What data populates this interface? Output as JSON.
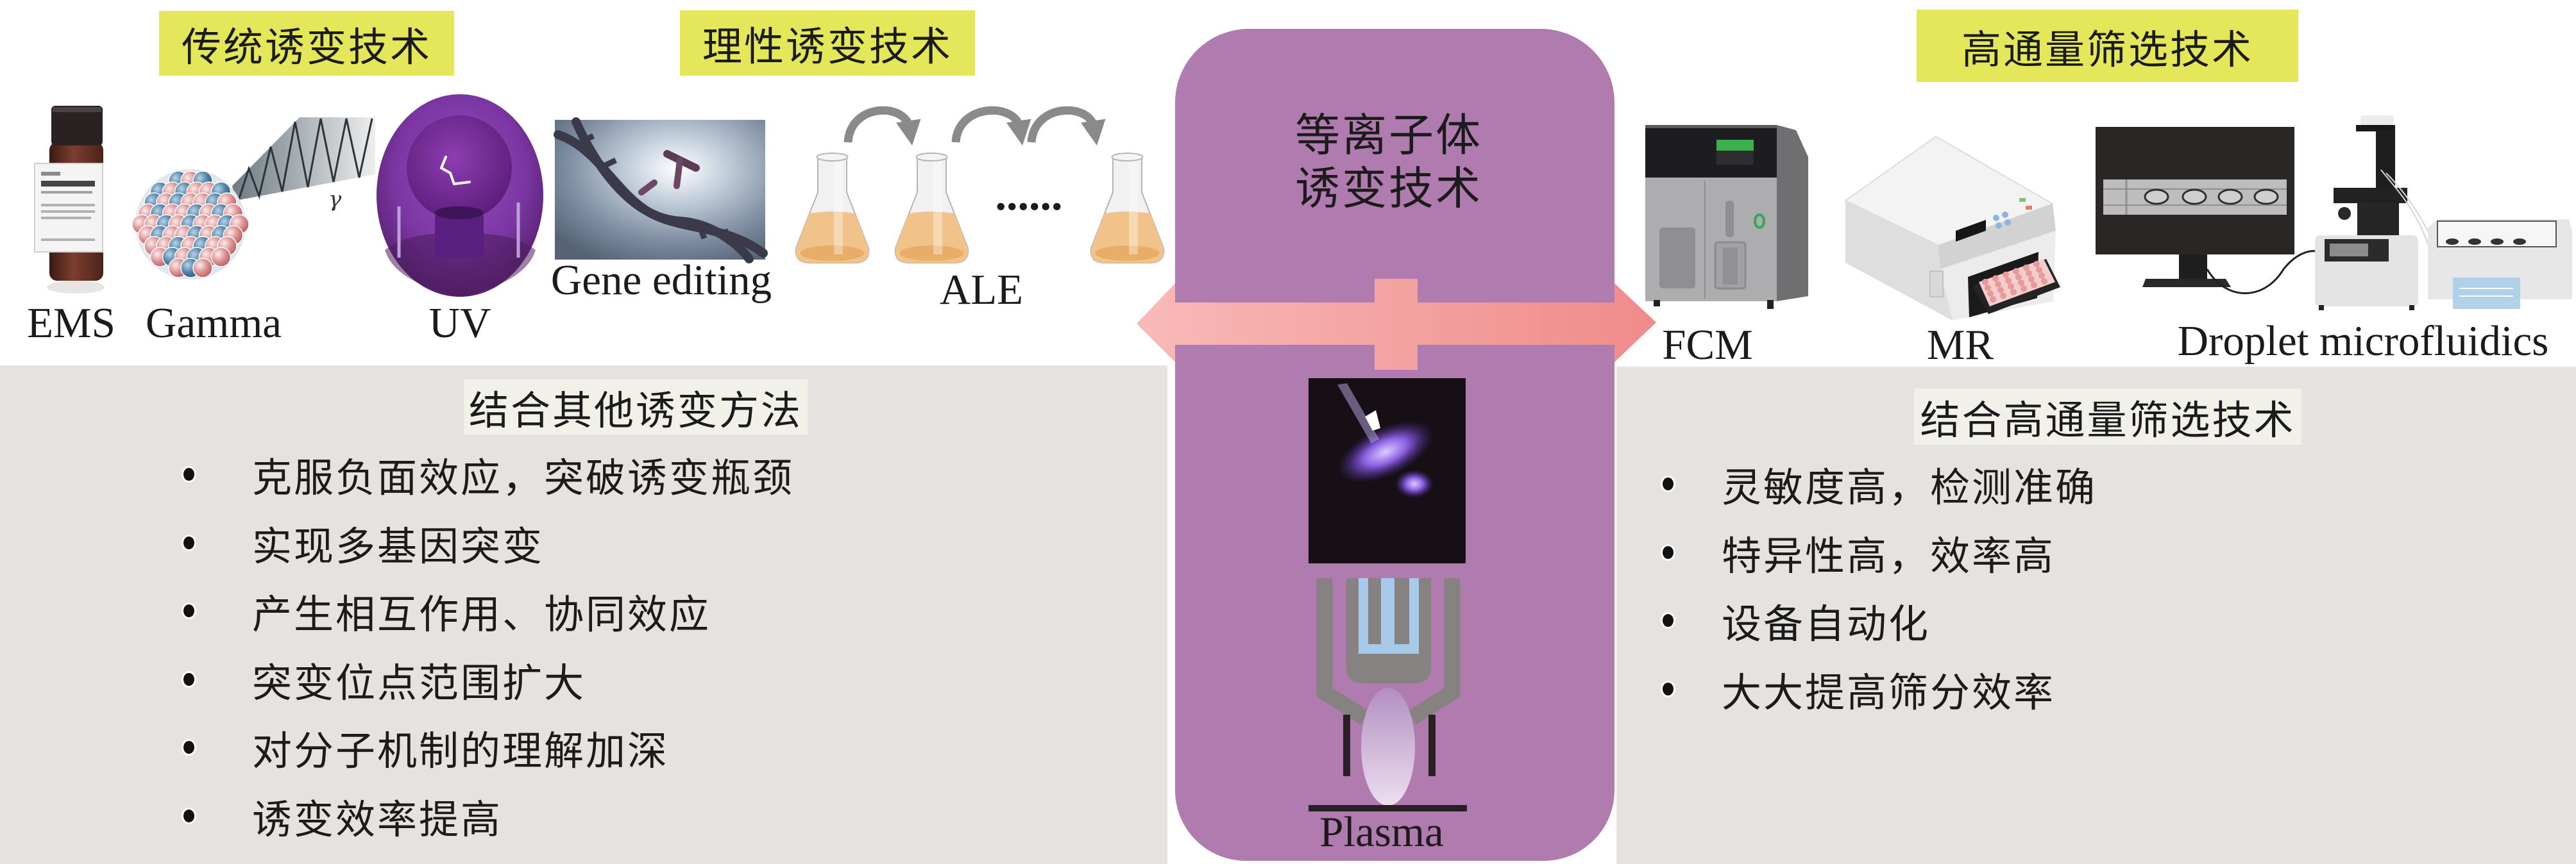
{
  "figure": {
    "traditional": {
      "title": "传统诱变技术",
      "items": [
        {
          "label": "EMS",
          "icon": "ems-reagent-bottle"
        },
        {
          "label": "Gamma",
          "icon": "gamma-ray-nucleus"
        },
        {
          "label": "UV",
          "icon": "uv-lamp"
        }
      ],
      "gamma_symbol": "γ"
    },
    "rational": {
      "title": "理性诱变技术",
      "items": [
        {
          "label": "Gene editing",
          "icon": "dna-helix"
        },
        {
          "label": "ALE",
          "icon": "serial-culture-flasks"
        }
      ],
      "ellipsis": "......"
    },
    "plasma": {
      "title_lines": [
        "等离子体",
        "诱变技术"
      ],
      "device_label": "Plasma",
      "icon": "plasma-jet-device"
    },
    "screening": {
      "title": "高通量筛选技术",
      "items": [
        {
          "label": "FCM",
          "icon": "flow-cytometer"
        },
        {
          "label": "MR",
          "icon": "microplate-reader"
        },
        {
          "label": "Droplet microfluidics",
          "icon": "droplet-microfluidics-system"
        }
      ]
    },
    "combine_mutagenesis": {
      "heading": "结合其他诱变方法",
      "bullets": [
        "克服负面效应，突破诱变瓶颈",
        "实现多基因突变",
        "产生相互作用、协同效应",
        "突变位点范围扩大",
        "对分子机制的理解加深",
        "诱变效率提高"
      ]
    },
    "combine_screening": {
      "heading": "结合高通量筛选技术",
      "bullets": [
        "灵敏度高，检测准确",
        "特异性高，效率高",
        "设备自动化",
        "大大提高筛分效率"
      ]
    },
    "connector": {
      "icon": "double-headed-arrow"
    }
  },
  "colors": {
    "panel_purple": "#b07bae",
    "tag_yellow": "#e5e75b",
    "region_gray": "#e6e2df",
    "subheading_box": "#f2f1e9",
    "arrow_light": "#f8bab8",
    "arrow_dark": "#ef8b8a",
    "text": "#1b1b1b"
  }
}
